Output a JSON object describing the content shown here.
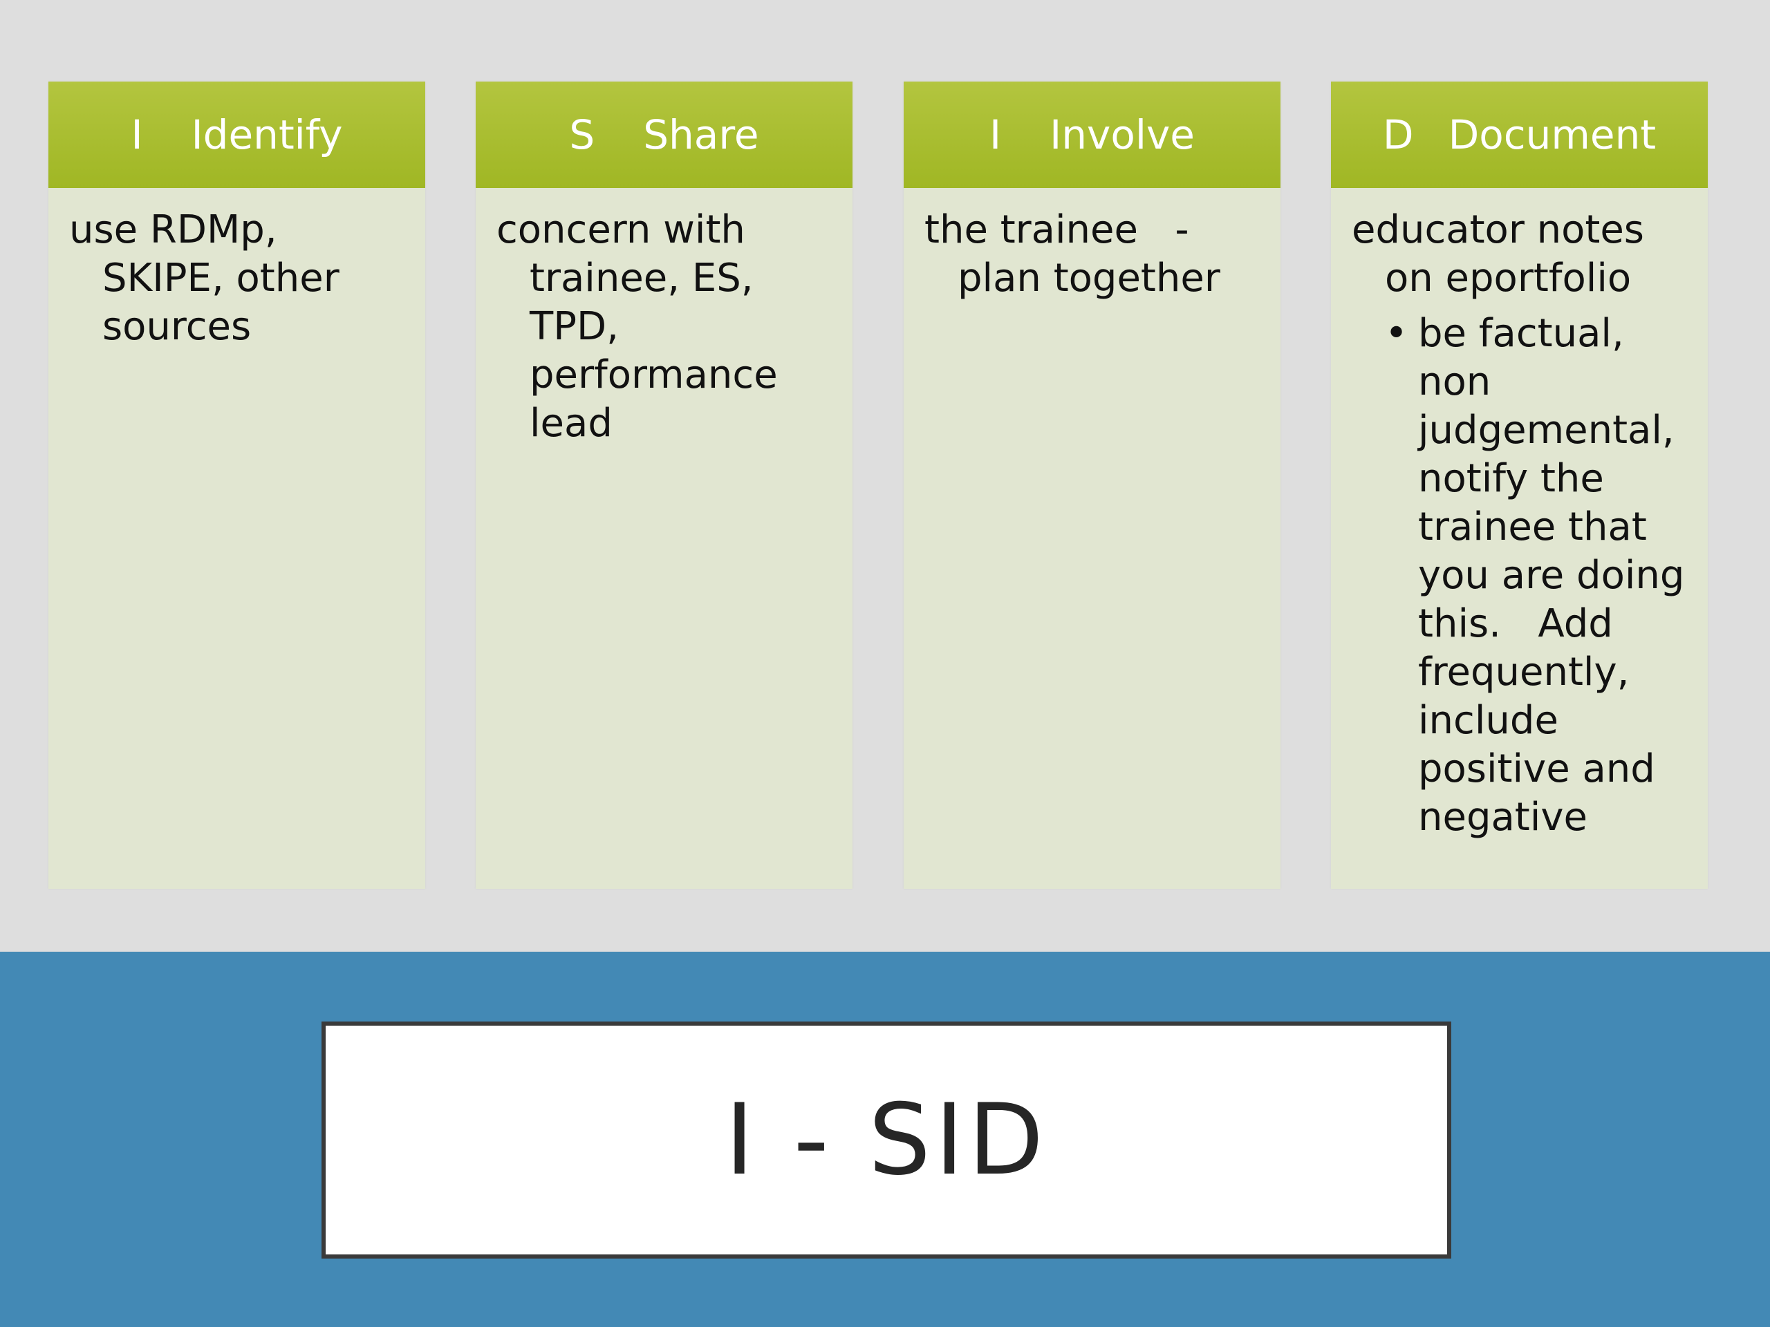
{
  "columns": [
    {
      "letter": "I",
      "word": "Identify",
      "text": "use RDMp, SKIPE, other sources"
    },
    {
      "letter": "S",
      "word": "Share",
      "text": "concern with trainee, ES, TPD, performance lead"
    },
    {
      "letter": "I",
      "word": "Involve",
      "text": "the trainee   - plan together"
    },
    {
      "letter": "D",
      "word": "Document",
      "text": "educator notes on eportfolio",
      "bullets": [
        "be factual, non judgemental, notify the trainee that you are doing this.   Add frequently, include positive and negative"
      ]
    }
  ],
  "title": "I - SID",
  "colors": {
    "background": "#dedede",
    "header_green": "#a6bb2c",
    "column_body": "#e1e6d1",
    "footer_blue": "#4389b5",
    "title_box": "#ffffff"
  },
  "bullet_symbol": "•"
}
